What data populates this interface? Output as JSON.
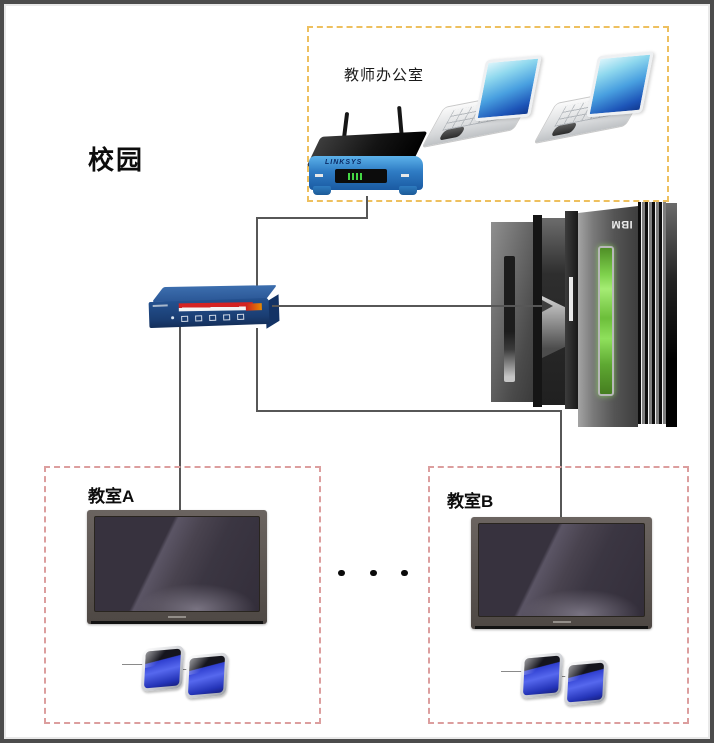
{
  "campus": {
    "label": "校园"
  },
  "office": {
    "label": "教师办公室",
    "border_color": "#eec05e",
    "router": {
      "icon": "wireless-router-icon",
      "brand": "LINKSYS"
    },
    "laptops": [
      {
        "icon": "laptop-icon"
      },
      {
        "icon": "laptop-icon"
      }
    ]
  },
  "network": {
    "switch": {
      "icon": "ethernet-switch-icon",
      "color": "#24518f"
    },
    "server": {
      "icon": "server-tower-icon",
      "brand": "IBM",
      "led_color": "#7ed14c"
    },
    "line_color": "#575757"
  },
  "classrooms": {
    "border_color": "#dc9e9e",
    "a": {
      "label": "教室A",
      "display_icon": "flat-screen-tv-icon",
      "tablet_icons": 2
    },
    "b": {
      "label": "教室B",
      "display_icon": "flat-screen-tv-icon",
      "tablet_icons": 2
    },
    "ellipsis_icon": "ellipsis-dots"
  }
}
